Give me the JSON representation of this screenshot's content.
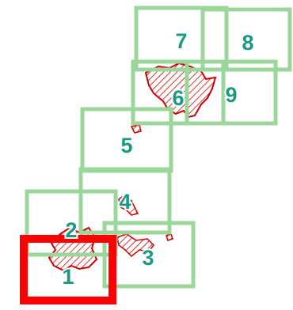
{
  "colors": {
    "box_stroke": "#9bd69b",
    "selected_stroke": "#ff0000",
    "label_fill": "#1a9a82",
    "hatch_stroke": "#d10000"
  },
  "selected_tile": "1",
  "tiles": [
    {
      "id": "7",
      "label": "7"
    },
    {
      "id": "8",
      "label": "8"
    },
    {
      "id": "9",
      "label": "9"
    },
    {
      "id": "6",
      "label": "6"
    },
    {
      "id": "5",
      "label": "5"
    },
    {
      "id": "4",
      "label": "4"
    },
    {
      "id": "2",
      "label": "2"
    },
    {
      "id": "3",
      "label": "3"
    },
    {
      "id": "1",
      "label": "1"
    }
  ]
}
